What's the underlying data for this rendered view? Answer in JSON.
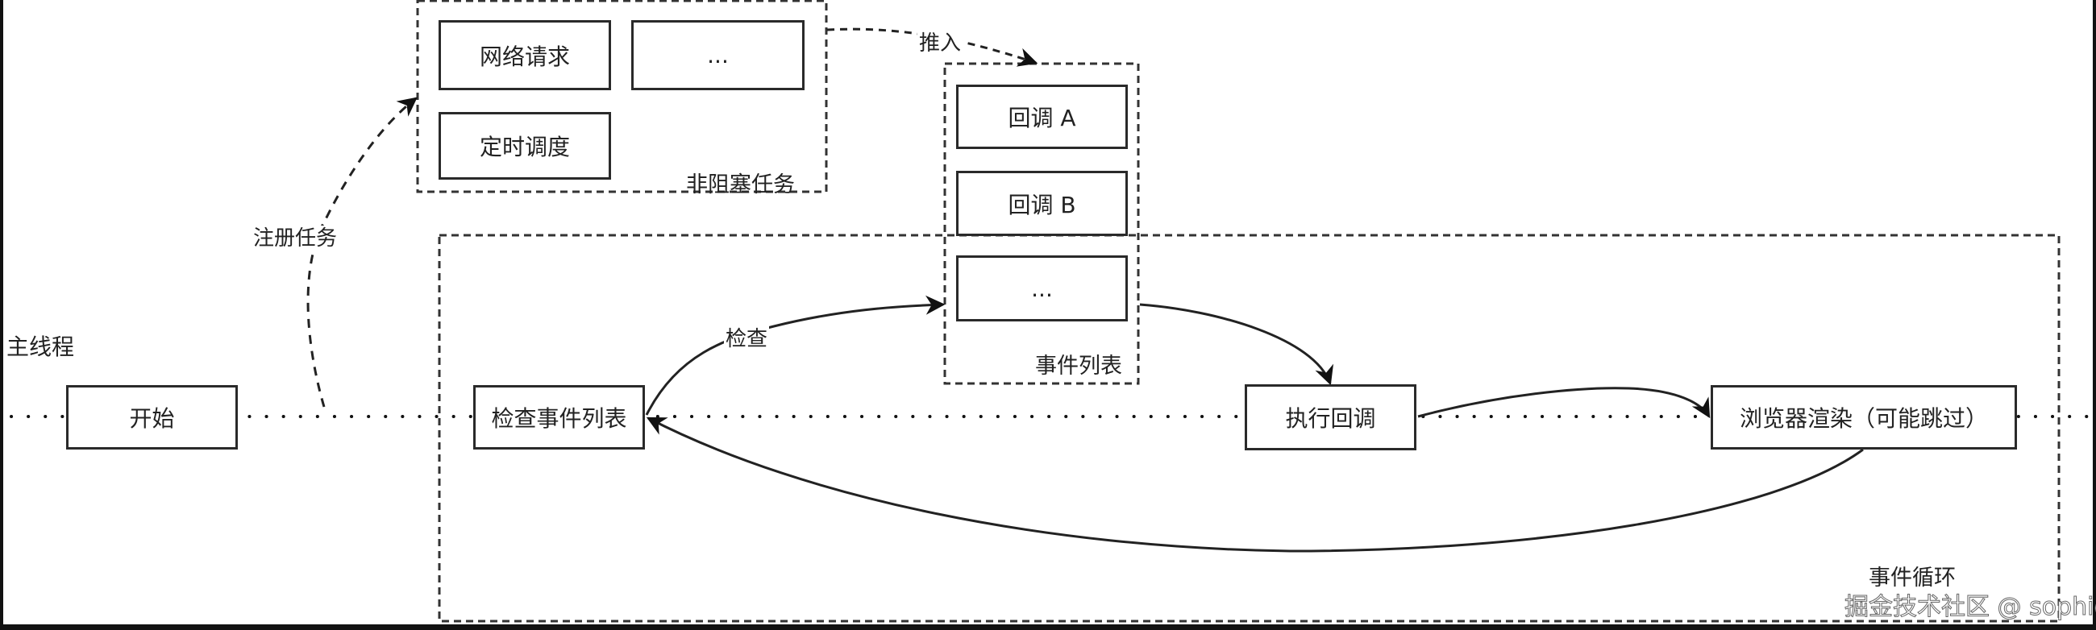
{
  "diagram": {
    "lane_label": "主线程",
    "main_line_nodes": [
      {
        "id": "start",
        "label": "开始"
      },
      {
        "id": "check",
        "label": "检查事件列表"
      },
      {
        "id": "exec",
        "label": "执行回调"
      },
      {
        "id": "render",
        "label": "浏览器渲染（可能跳过）"
      }
    ],
    "non_blocking_group": {
      "label": "非阻塞任务",
      "items": [
        "网络请求",
        "...",
        "定时调度"
      ]
    },
    "event_list_group": {
      "label": "事件列表",
      "items": [
        "回调 A",
        "回调 B",
        "..."
      ]
    },
    "event_loop_group": {
      "label": "事件循环"
    },
    "edges": [
      {
        "from": "start",
        "to": "non_blocking_group",
        "label": "注册任务",
        "style": "dashed"
      },
      {
        "from": "non_blocking_group",
        "to": "event_list_group",
        "label": "推入",
        "style": "dashed"
      },
      {
        "from": "check",
        "to": "event_list_group",
        "label": "检查",
        "style": "solid"
      },
      {
        "from": "event_list_group",
        "to": "exec",
        "label": "",
        "style": "solid"
      },
      {
        "from": "exec",
        "to": "render",
        "label": "",
        "style": "solid"
      },
      {
        "from": "render",
        "to": "check",
        "label": "",
        "style": "solid"
      }
    ]
  },
  "watermark": "掘金技术社区 @ sophie旭"
}
